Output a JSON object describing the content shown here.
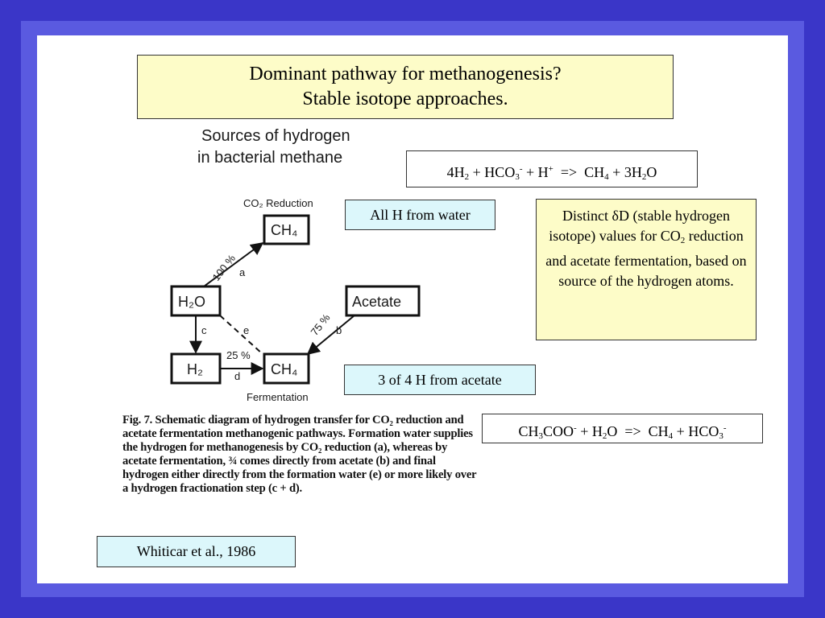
{
  "title": {
    "line1": "Dominant pathway for methanogenesis?",
    "line2": "Stable isotope approaches."
  },
  "equation1": {
    "p1": "4H",
    "s1": "2",
    "p2": " + HCO",
    "s2": "3",
    "sup1": "-",
    "p3": " + H",
    "sup2": "+",
    "p4": "  =>  CH",
    "s3": "4",
    "p5": " + 3H",
    "s4": "2",
    "p6": "O"
  },
  "equation2": {
    "p1": "CH",
    "s1": "3",
    "p2": "COO",
    "sup1": "-",
    "p3": " + H",
    "s2": "2",
    "p4": "O  =>  CH",
    "s3": "4",
    "p5": " + HCO",
    "s4": "3",
    "sup2": "-"
  },
  "labels": {
    "water": "All H from water",
    "acetate": "3 of 4 H from acetate",
    "citation": "Whiticar et al., 1986"
  },
  "distinct_box": {
    "t1": "Distinct ",
    "t2": "δD (stable hydrogen isotope) values for CO",
    "sub": "2",
    "t3": " reduction and acetate fermentation, based on source of the hydrogen atoms."
  },
  "diagram": {
    "heading_line1": "Sources of hydrogen",
    "heading_line2": "in bacterial methane",
    "co2_reduction": "CO₂ Reduction",
    "fermentation": "Fermentation",
    "node_ch4_top": "CH₄",
    "node_h2o": "H₂O",
    "node_acetate": "Acetate",
    "node_h2": "H₂",
    "node_ch4_bottom": "CH₄",
    "pct_100": "100 %",
    "pct_75": "75 %",
    "pct_25": "25 %",
    "lbl_a": "a",
    "lbl_b": "b",
    "lbl_c": "c",
    "lbl_d": "d",
    "lbl_e": "e"
  },
  "caption": {
    "text": "Fig. 7. Schematic diagram of hydrogen transfer for CO₂ reduction and acetate fermentation methanogenic pathways. Formation water supplies the hydrogen for methanogenesis by CO₂ reduction (a), whereas by acetate fermentation, ¾ comes directly from acetate (b) and final hydrogen either directly from the formation water (e) or more likely over a hydrogen fractionation step (c + d)."
  }
}
